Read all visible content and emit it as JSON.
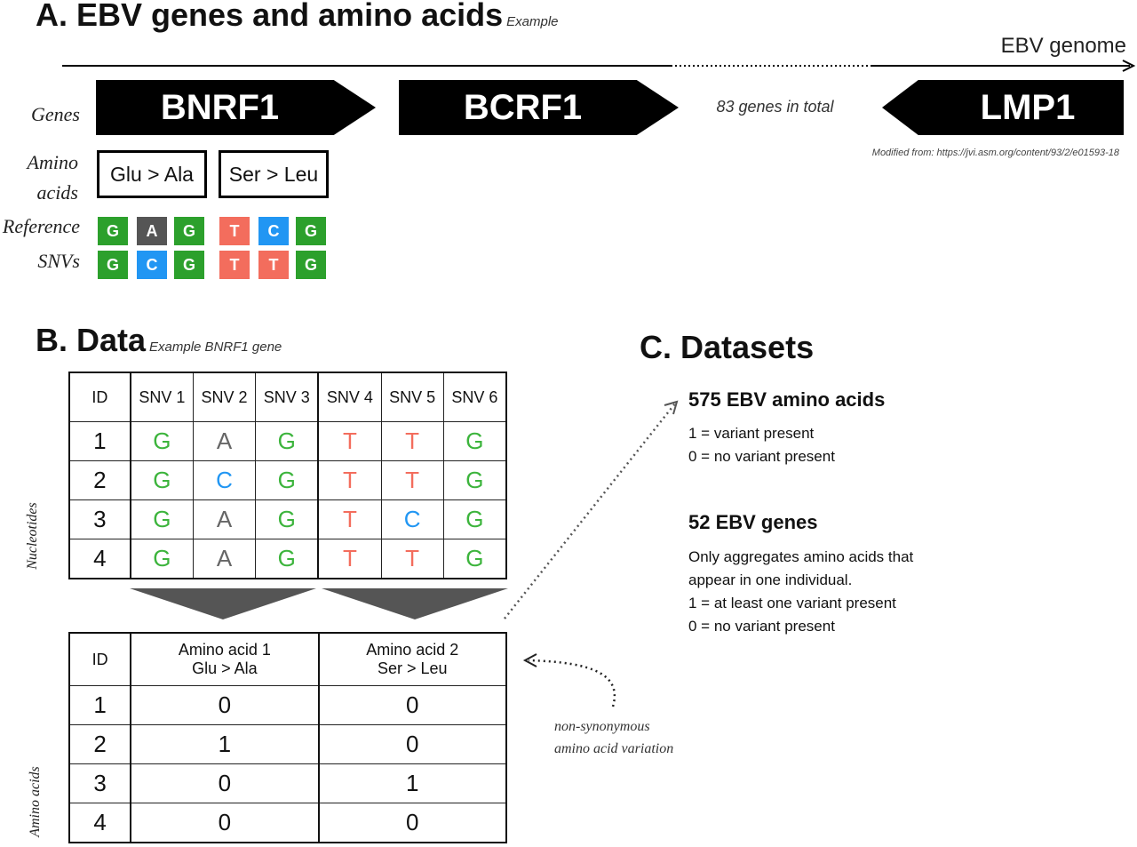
{
  "sectionA": {
    "title": "A. EBV genes and amino acids",
    "subtitle": "Example",
    "genome_label": "EBV genome",
    "row_genes": "Genes",
    "row_amino_1": "Amino",
    "row_amino_2": "acids",
    "row_reference": "Reference",
    "row_snvs": "SNVs",
    "genes": [
      "BNRF1",
      "BCRF1",
      "LMP1"
    ],
    "gene_total": "83 genes in total",
    "source": "Modified from: https://jvi.asm.org/content/93/2/e01593-18",
    "amino_changes": [
      "Glu > Ala",
      "Ser > Leu"
    ],
    "reference": [
      "G",
      "A",
      "G",
      "T",
      "C",
      "G"
    ],
    "snvs": [
      "G",
      "C",
      "G",
      "T",
      "T",
      "G"
    ]
  },
  "sectionB": {
    "title": "B. Data",
    "subtitle": "Example BNRF1 gene",
    "label_nucleotides": "Nucleotides",
    "label_amino": "Amino acids",
    "snv_headers": [
      "ID",
      "SNV 1",
      "SNV 2",
      "SNV 3",
      "SNV 4",
      "SNV 5",
      "SNV 6"
    ],
    "snv_rows": [
      [
        "1",
        "G",
        "A",
        "G",
        "T",
        "T",
        "G"
      ],
      [
        "2",
        "G",
        "C",
        "G",
        "T",
        "T",
        "G"
      ],
      [
        "3",
        "G",
        "A",
        "G",
        "T",
        "C",
        "G"
      ],
      [
        "4",
        "G",
        "A",
        "G",
        "T",
        "T",
        "G"
      ]
    ],
    "aa_headers": [
      {
        "l1": "ID",
        "l2": ""
      },
      {
        "l1": "Amino acid 1",
        "l2": "Glu > Ala"
      },
      {
        "l1": "Amino acid 2",
        "l2": "Ser > Leu"
      }
    ],
    "aa_rows": [
      [
        "1",
        "0",
        "0"
      ],
      [
        "2",
        "1",
        "0"
      ],
      [
        "3",
        "0",
        "1"
      ],
      [
        "4",
        "0",
        "0"
      ]
    ],
    "note_1": "non-synonymous",
    "note_2": "amino acid variation"
  },
  "sectionC": {
    "title": "C. Datasets",
    "ds1_title": "575 EBV amino acids",
    "ds1_lines": [
      "1 = variant present",
      "0 = no variant present"
    ],
    "ds2_title": "52 EBV genes",
    "ds2_lines": [
      "Only aggregates amino acids that",
      "appear in one individual.",
      "1 = at least one variant present",
      "0 = no variant present"
    ]
  },
  "colors": {
    "G": "#2ca02c",
    "A": "#555555",
    "C": "#2196f3",
    "T": "#f36d5d"
  }
}
